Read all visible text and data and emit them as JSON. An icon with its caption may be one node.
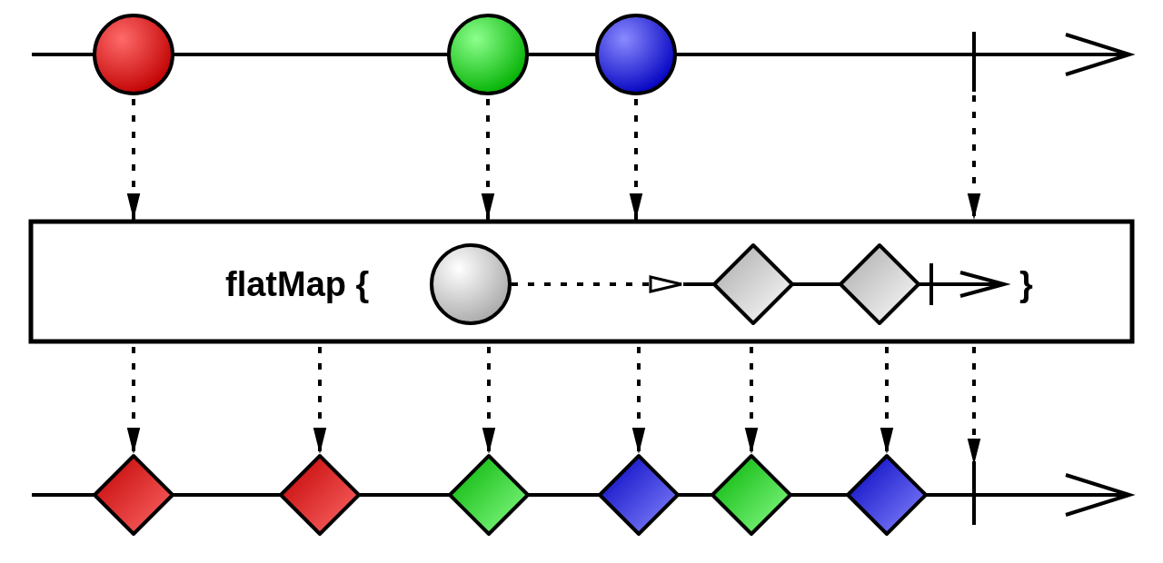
{
  "diagram": {
    "nodes": [
      {
        "text": [],
        "shape": "circle"
      },
      {
        "text": [],
        "shape": "circle"
      },
      {
        "text": [],
        "shape": "circle"
      },
      {
        "text": [],
        "shape": "bar"
      },
      {
        "text": [
          "flatMap {",
          "}"
        ]
      },
      {
        "text": [],
        "shape": "circle",
        "in": 4
      },
      {
        "text": [],
        "shape": "diamond",
        "in": 4
      },
      {
        "text": [],
        "shape": "diamond",
        "in": 4
      },
      {
        "text": [],
        "shape": "bar",
        "in": 4
      },
      {
        "text": [],
        "shape": "diamond"
      },
      {
        "text": [],
        "shape": "diamond"
      },
      {
        "text": [],
        "shape": "diamond"
      },
      {
        "text": [],
        "shape": "diamond"
      },
      {
        "text": [],
        "shape": "diamond"
      },
      {
        "text": [],
        "shape": "diamond"
      },
      {
        "text": [],
        "shape": "bar"
      }
    ],
    "edges": [
      {
        "from": 0,
        "to": 4,
        "arrow": "to",
        "style": "dashed"
      },
      {
        "from": 1,
        "to": 4,
        "arrow": "to",
        "style": "dashed"
      },
      {
        "from": 2,
        "to": 4,
        "arrow": "to",
        "style": "dashed"
      },
      {
        "from": 3,
        "to": 4,
        "arrow": "to",
        "style": "dashed"
      },
      {
        "from": 5,
        "to": 6,
        "arrow": "to",
        "style": "dashed"
      },
      {
        "from": 4,
        "to": 9,
        "arrow": "to",
        "style": "dashed"
      },
      {
        "from": 4,
        "to": 10,
        "arrow": "to",
        "style": "dashed"
      },
      {
        "from": 4,
        "to": 11,
        "arrow": "to",
        "style": "dashed"
      },
      {
        "from": 4,
        "to": 12,
        "arrow": "to",
        "style": "dashed"
      },
      {
        "from": 4,
        "to": 13,
        "arrow": "to",
        "style": "dashed"
      },
      {
        "from": 4,
        "to": 14,
        "arrow": "to",
        "style": "dashed"
      },
      {
        "from": 4,
        "to": 15,
        "arrow": "to",
        "style": "dashed"
      }
    ]
  }
}
